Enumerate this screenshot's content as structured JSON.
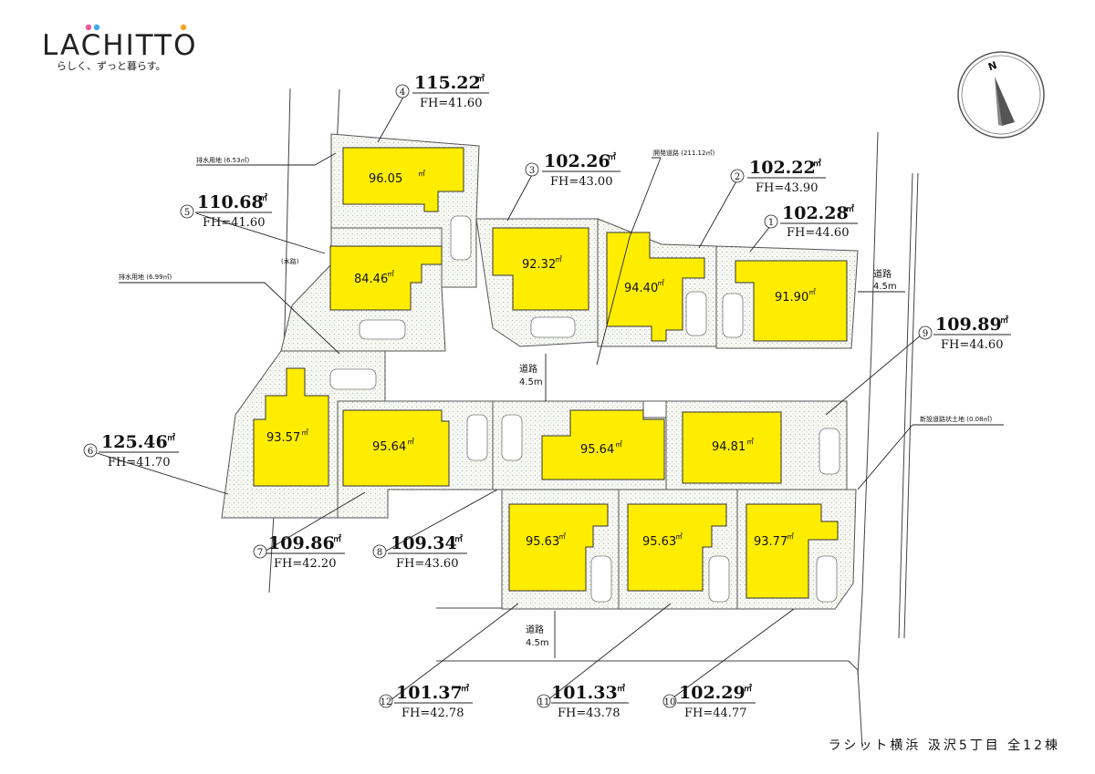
{
  "brand": {
    "logo": "LACHITTO",
    "tagline": "らしく、ずっと暮らす。",
    "logo_dot_colors": [
      "#e85b9c",
      "#3fa9f5",
      "#f6a623"
    ]
  },
  "compass_label": "N",
  "footer": "ラシット横浜 汲沢5丁目 全12棟",
  "unit": "㎡",
  "roads": [
    {
      "name": "道路",
      "width": "4.5m"
    },
    {
      "name": "道路",
      "width": "4.5m"
    },
    {
      "name": "道路",
      "width": "4.5m"
    }
  ],
  "notes": {
    "drain_1": "排水用地 (6.53㎡)",
    "drain_2": "排水用地 (6.99㎡)",
    "waterway": "(水路)",
    "dev_road": "開発道路 (211.12㎡)",
    "new_road": "新設道路状土地 (0.08㎡)"
  },
  "lots": [
    {
      "no": "1",
      "area": "102.28",
      "fh": "FH=44.60",
      "house": "91.90"
    },
    {
      "no": "2",
      "area": "102.22",
      "fh": "FH=43.90",
      "house": "94.40"
    },
    {
      "no": "3",
      "area": "102.26",
      "fh": "FH=43.00",
      "house": "92.32"
    },
    {
      "no": "4",
      "area": "115.22",
      "fh": "FH=41.60",
      "house": "96.05"
    },
    {
      "no": "5",
      "area": "110.68",
      "fh": "FH=41.60",
      "house": "84.46"
    },
    {
      "no": "6",
      "area": "125.46",
      "fh": "FH=41.70",
      "house": "93.57"
    },
    {
      "no": "7",
      "area": "109.86",
      "fh": "FH=42.20",
      "house": "95.64"
    },
    {
      "no": "8",
      "area": "109.34",
      "fh": "FH=43.60",
      "house": "95.64"
    },
    {
      "no": "9",
      "area": "109.89",
      "fh": "FH=44.60",
      "house": "94.81"
    },
    {
      "no": "10",
      "area": "102.29",
      "fh": "FH=44.77",
      "house": "93.77"
    },
    {
      "no": "11",
      "area": "101.33",
      "fh": "FH=43.78",
      "house": "95.63"
    },
    {
      "no": "12",
      "area": "101.37",
      "fh": "FH=42.78",
      "house": "95.63"
    }
  ]
}
